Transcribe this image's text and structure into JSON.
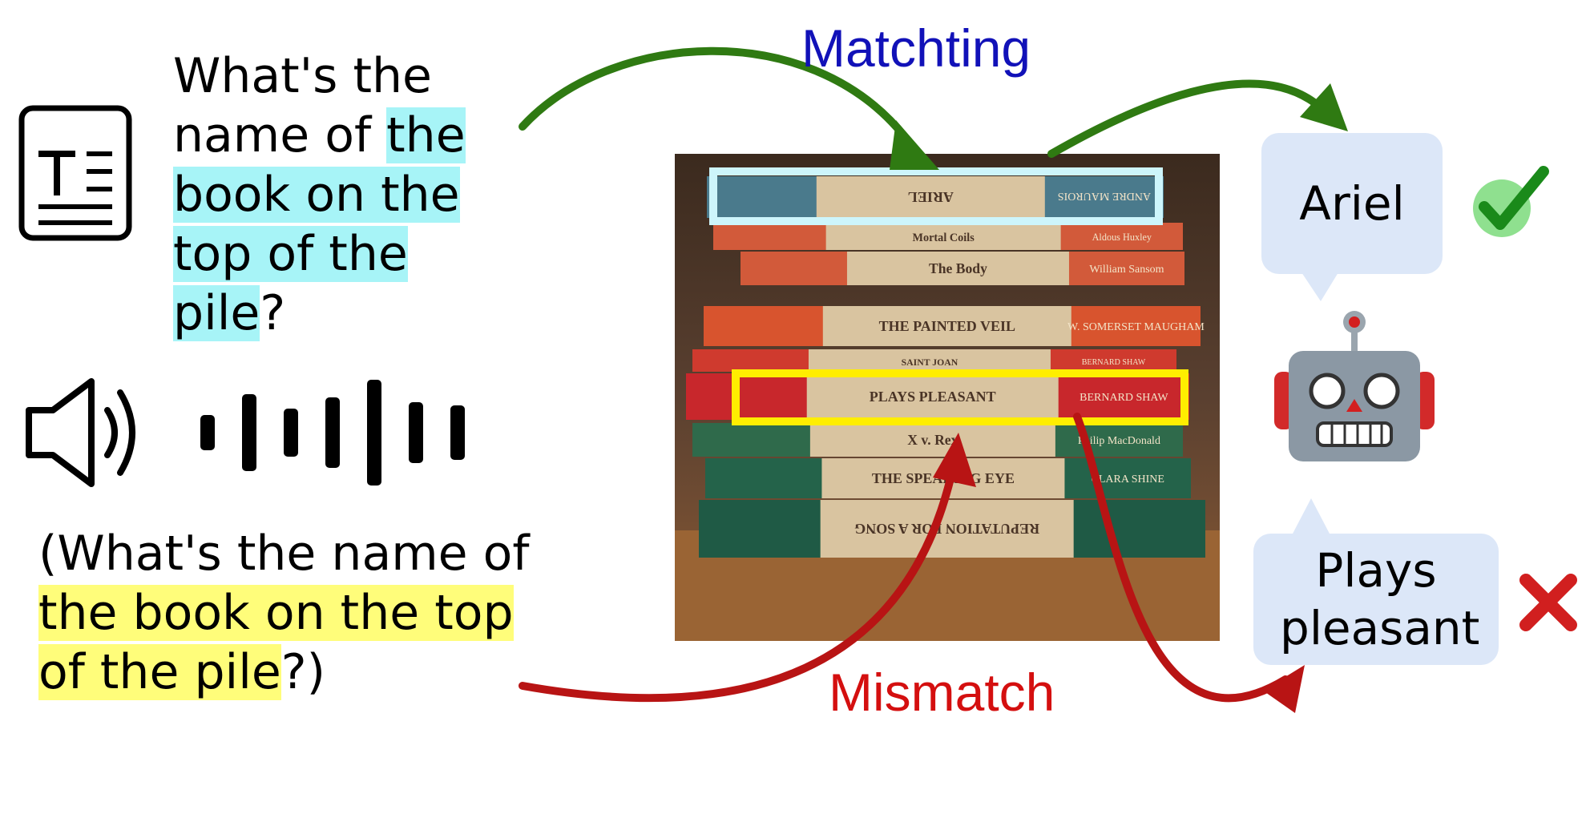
{
  "question_text": {
    "part1": "What's the name of ",
    "highlight": "the book on the top of the pile",
    "part2": "?"
  },
  "question_audio": {
    "part1": "(What's the name of ",
    "highlight": "the book on the top of the pile",
    "part2": "?)"
  },
  "labels": {
    "matching": "Matchting",
    "mismatch": "Mismatch"
  },
  "answers": {
    "correct": "Ariel",
    "wrong": "Plays pleasant"
  },
  "book_spines": [
    {
      "title": "ARIEL",
      "author": "ANDRE MAUROIS",
      "color": "#4a7a8c"
    },
    {
      "title": "Mortal Coils",
      "author": "Aldous Huxley",
      "color": "#d25a3a"
    },
    {
      "title": "The Body",
      "author": "William Sansom",
      "color": "#d25a3a"
    },
    {
      "title": "THE PAINTED VEIL",
      "author": "W. SOMERSET MAUGHAM",
      "color": "#d8542e"
    },
    {
      "title": "SAINT JOAN",
      "author": "BERNARD SHAW",
      "color": "#cf3a2e"
    },
    {
      "title": "PLAYS PLEASANT",
      "author": "BERNARD SHAW",
      "color": "#c8272c"
    },
    {
      "title": "X v. Rex",
      "author": "Philip MacDonald",
      "color": "#2f6a4b"
    },
    {
      "title": "THE SPEAKING EYE",
      "author": "CLARA SHINE",
      "color": "#24634a"
    },
    {
      "title": "REPUTATION FOR A SONG",
      "author": "",
      "color": "#1f5a45"
    }
  ],
  "colors": {
    "match_arrow": "#2f7a12",
    "mismatch_arrow": "#b81414",
    "match_box": "#cdf5fb",
    "mismatch_box": "#ffee00",
    "bubble": "#dce7f8",
    "check": "#1fa51f",
    "cross": "#d11f1f"
  },
  "icons": [
    "document-text-icon",
    "speaker-icon",
    "waveform-icon",
    "robot-icon",
    "checkmark-icon",
    "cross-icon"
  ]
}
